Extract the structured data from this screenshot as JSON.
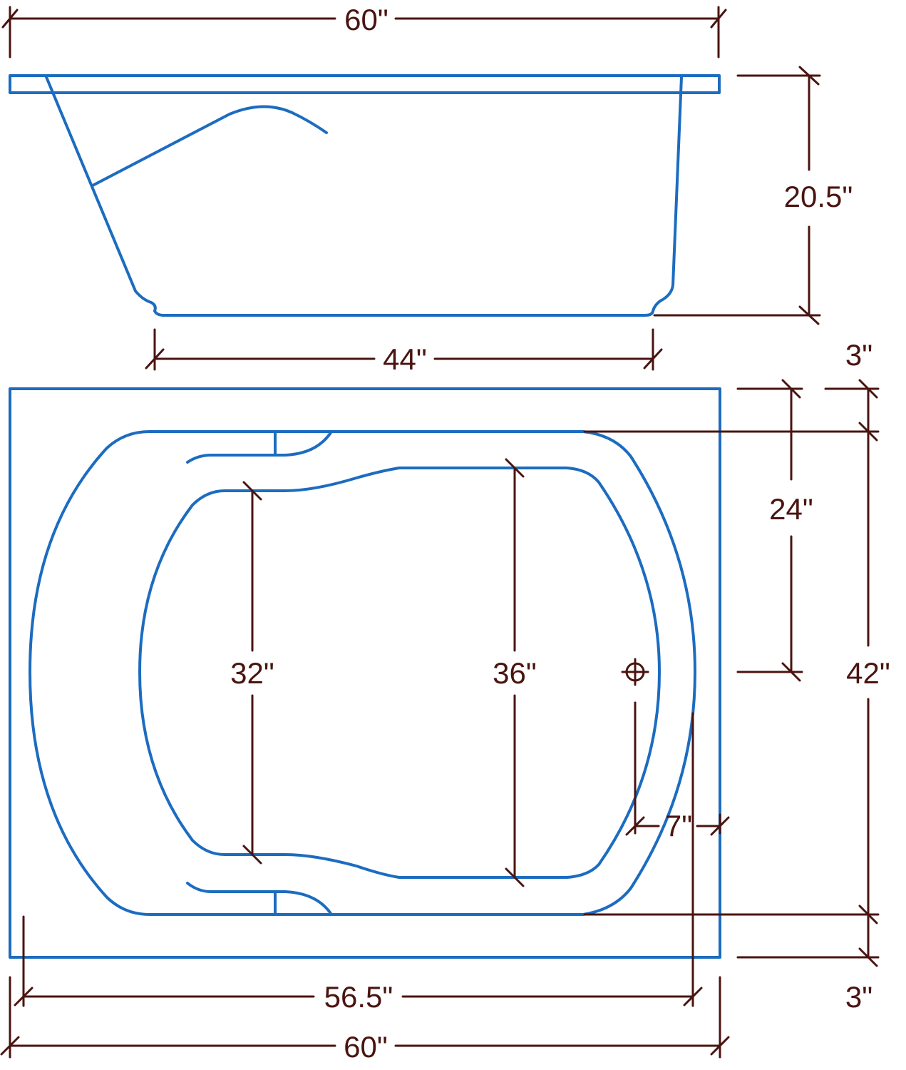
{
  "colors": {
    "outline": "#1c6cc0",
    "dimension": "#4a1410",
    "background": "#ffffff"
  },
  "side_view": {
    "overall_length": "60\"",
    "height": "20.5\"",
    "bottom_length": "44\""
  },
  "top_view": {
    "overall_width": "42\"",
    "deck_top": "3\"",
    "deck_bottom": "3\"",
    "drain_from_edge_vertical": "24\"",
    "drain_from_edge_horizontal": "7\"",
    "inner_width_left": "32\"",
    "inner_width_right": "36\"",
    "inner_length": "56.5\"",
    "overall_length": "60\""
  }
}
